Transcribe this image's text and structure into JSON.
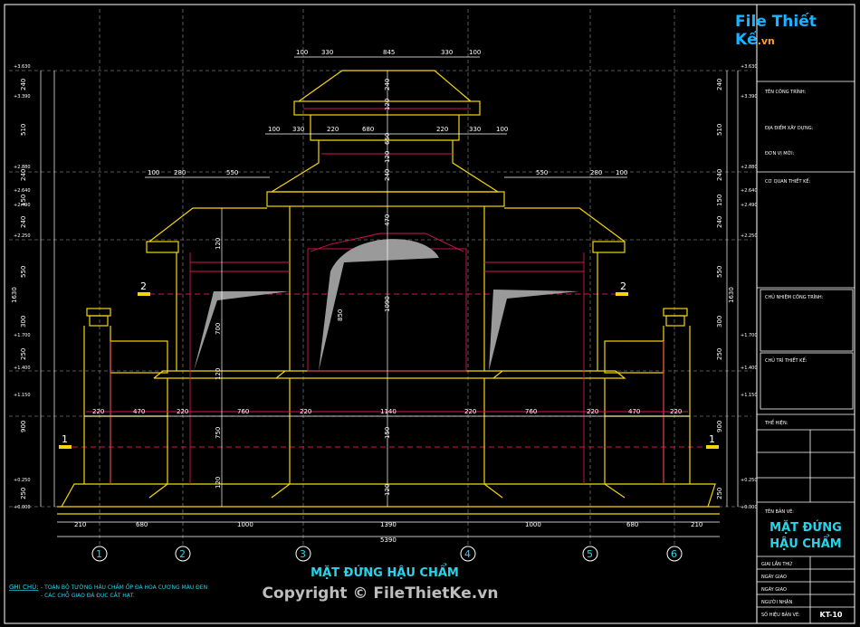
{
  "drawing": {
    "title": "MẶT ĐỨNG HẬU CHẨM",
    "notes_label": "GHI CHÚ:",
    "notes": [
      "- TOÀN BỘ TƯỜNG HẬU CHẨM ỐP ĐÁ HOA CƯƠNG MÀU ĐEN",
      "- CÁC CHỖ GIAO ĐÁ ĐỤC CẮT HẠT."
    ],
    "grid_labels": [
      "1",
      "2",
      "3",
      "4",
      "5",
      "6"
    ],
    "section_marks": {
      "left_top": "2",
      "right_top": "2",
      "left_bottom": "1",
      "right_bottom": "1"
    },
    "bottom_dims_row1": [
      "210",
      "680",
      "1000",
      "1390",
      "1000",
      "680",
      "210"
    ],
    "bottom_dims_total": "5390",
    "row_dims_440": [
      "220",
      "470",
      "220",
      "760",
      "220",
      "1140",
      "220",
      "760",
      "220",
      "470",
      "220"
    ],
    "top_dims_upper": [
      "100",
      "330",
      "845",
      "330",
      "100"
    ],
    "top_dims_middle": [
      "100",
      "330",
      "220",
      "680",
      "220",
      "330",
      "100"
    ],
    "top_dims_left": [
      "100",
      "280",
      "550"
    ],
    "top_dims_right": [
      "550",
      "280",
      "100"
    ],
    "left_vertical_dims": [
      "240",
      "510",
      "240",
      "150",
      "240",
      "1630",
      "550",
      "300",
      "250",
      "900",
      "250"
    ],
    "right_vertical_dims": [
      "240",
      "510",
      "240",
      "150",
      "240",
      "1630",
      "550",
      "300",
      "250",
      "900",
      "250"
    ],
    "center_vertical_dims": [
      "240",
      "120",
      "650",
      "120",
      "240",
      "470",
      "1090",
      "120",
      "700",
      "120",
      "750",
      "120",
      "150",
      "120"
    ],
    "level_marks": [
      "+0.000",
      "+0.250",
      "+1.150",
      "+1.400",
      "+1.700",
      "+2.250",
      "+2.490",
      "+2.640",
      "+2.880",
      "+3.390",
      "+3.630"
    ],
    "inner_dim": "850"
  },
  "title_block": {
    "fields": [
      "TÊN CÔNG TRÌNH:",
      "ĐỊA ĐIỂM XÂY DỰNG:",
      "ĐƠN VỊ MỜI:",
      "CƠ QUAN THIẾT KẾ:",
      "CHỦ NHIỆM CÔNG TRÌNH:",
      "CHỦ TRÌ THIẾT KẾ:",
      "THỂ HIỆN:",
      "TÊN BẢN VẼ:"
    ],
    "drawing_name_line1": "MẶT ĐỨNG",
    "drawing_name_line2": "HẬU CHẨM",
    "rows": [
      "GIAI LẦN THỨ",
      "NGÀY GIAO",
      "NGÀY GIAO",
      "NGƯỜI NHẬN",
      "SỐ HIỆU BẢN VẼ:"
    ],
    "sheet_no": "KT-10"
  },
  "watermark": "Copyright © FileThietKe.vn",
  "logo": {
    "part1": "File Thiết Kế",
    "part2": ".vn"
  },
  "colors": {
    "yellow": "#f5d50c",
    "red": "#d4145a",
    "white": "#ffffff",
    "cyan": "#29d3e8",
    "gray": "#9a9a9a",
    "grid": "#6f6f6f"
  }
}
